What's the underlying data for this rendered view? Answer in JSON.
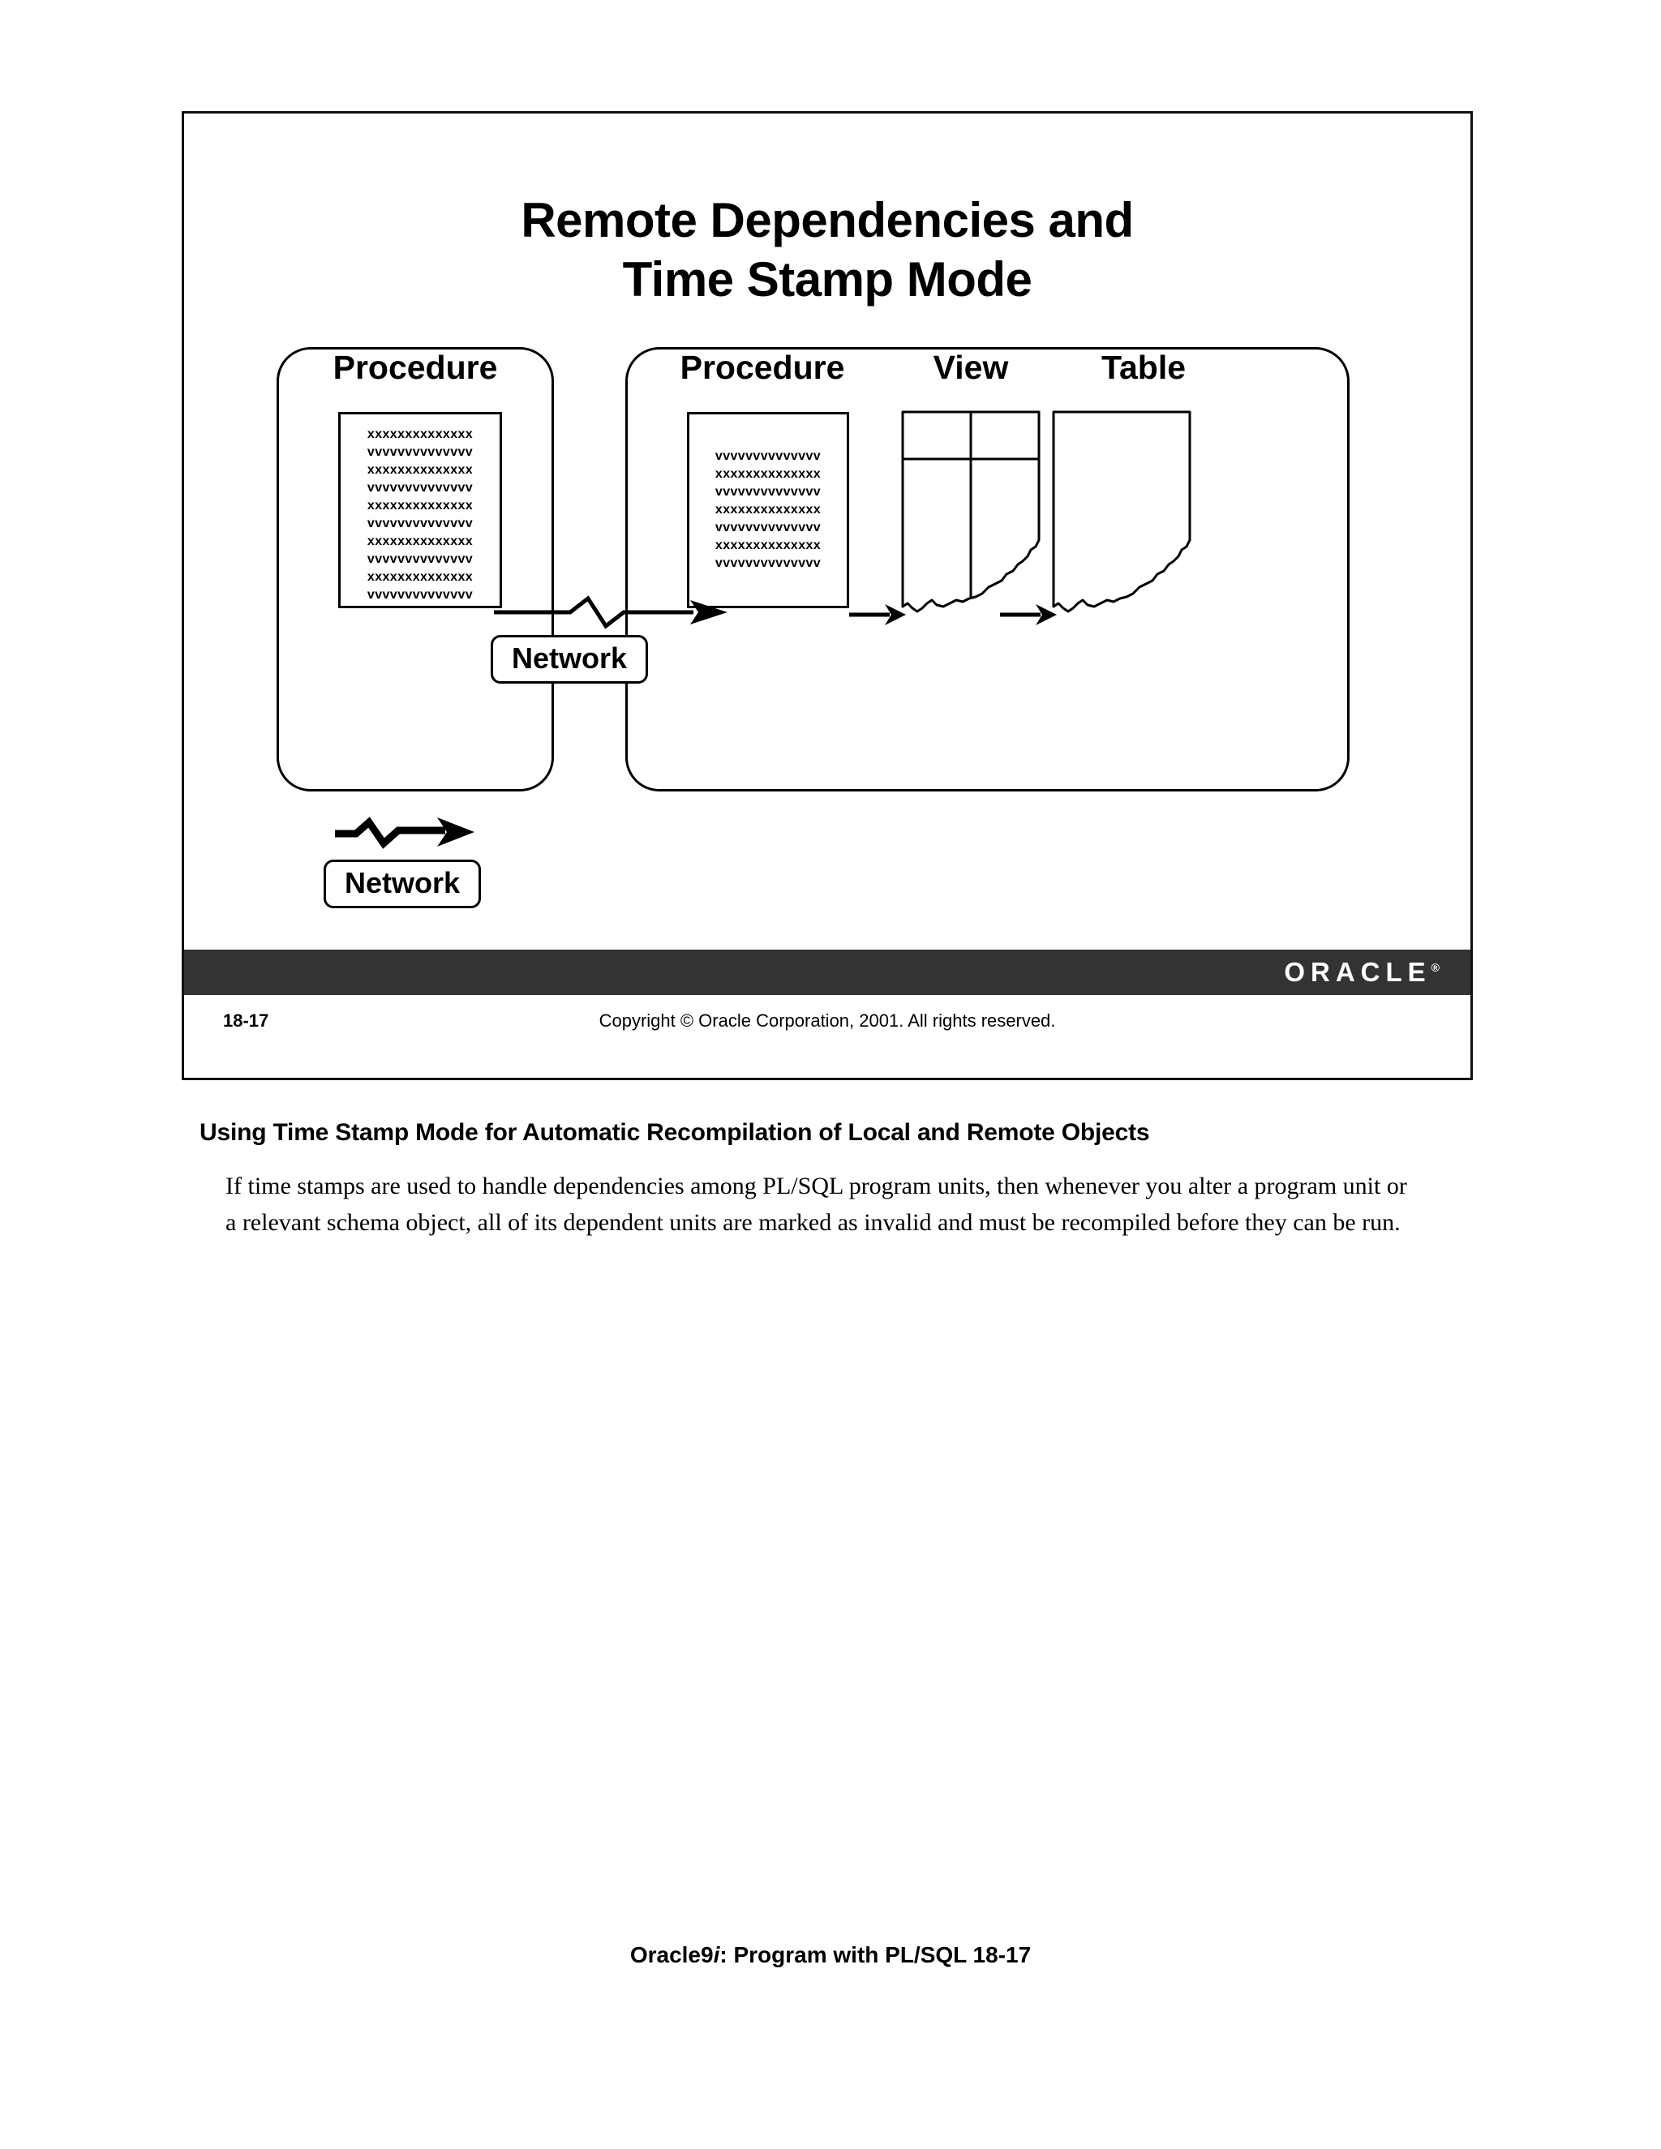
{
  "slide": {
    "title_line1": "Remote Dependencies and",
    "title_line2": "Time Stamp Mode",
    "number": "18-17",
    "copyright": "Copyright © Oracle Corporation, 2001. All rights reserved.",
    "logo_text": "ORACLE",
    "logo_tm": "®"
  },
  "diagram": {
    "local_container_label": "local-database-container",
    "remote_container_label": "remote-database-container",
    "captions": {
      "local_procedure": "Procedure",
      "remote_procedure": "Procedure",
      "view": "View",
      "table": "Table"
    },
    "local_code_lines": [
      "xxxxxxxxxxxxxx",
      "vvvvvvvvvvvvvv",
      "xxxxxxxxxxxxxx",
      "vvvvvvvvvvvvvv",
      "xxxxxxxxxxxxxx",
      "vvvvvvvvvvvvvv",
      "xxxxxxxxxxxxxx",
      "vvvvvvvvvvvvvv",
      "xxxxxxxxxxxxxx",
      "vvvvvvvvvvvvvv"
    ],
    "remote_code_lines": [
      "vvvvvvvvvvvvvv",
      "xxxxxxxxxxxxxx",
      "vvvvvvvvvvvvvv",
      "xxxxxxxxxxxxxx",
      "vvvvvvvvvvvvvv",
      "xxxxxxxxxxxxxx",
      "vvvvvvvvvvvvvv"
    ],
    "network_label_inline": "Network",
    "network_label_legend": "Network"
  },
  "notes": {
    "heading": "Using Time Stamp Mode for Automatic Recompilation of Local and Remote Objects",
    "body": "If time stamps are used to handle dependencies among PL/SQL program units, then whenever you alter a program unit or a relevant schema object, all of its dependent units are marked as invalid and must be recompiled before they can be run."
  },
  "page_footer": {
    "prefix": "Oracle9",
    "italic": "i",
    "suffix": ": Program with PL/SQL 18-17"
  },
  "colors": {
    "bar": "#333333",
    "ink": "#000000",
    "paper": "#ffffff"
  }
}
